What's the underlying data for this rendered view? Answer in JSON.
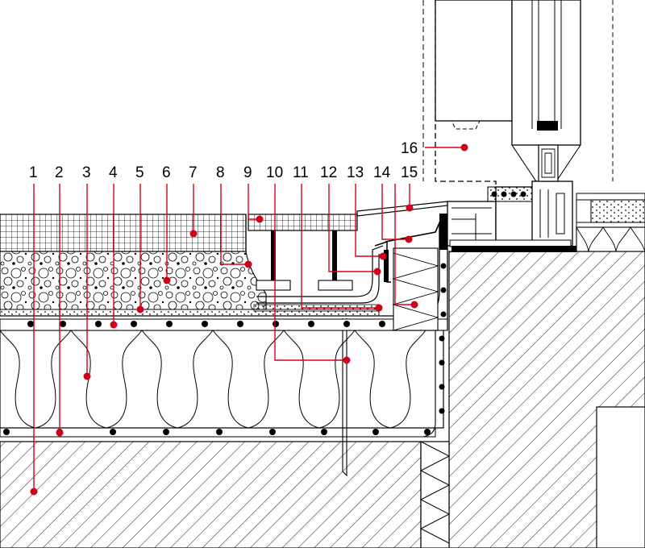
{
  "figure": {
    "labels": [
      {
        "id": "1",
        "text": "1"
      },
      {
        "id": "2",
        "text": "2"
      },
      {
        "id": "3",
        "text": "3"
      },
      {
        "id": "4",
        "text": "4"
      },
      {
        "id": "5",
        "text": "5"
      },
      {
        "id": "6",
        "text": "6"
      },
      {
        "id": "7",
        "text": "7"
      },
      {
        "id": "8",
        "text": "8"
      },
      {
        "id": "9",
        "text": "9"
      },
      {
        "id": "10",
        "text": "10"
      },
      {
        "id": "11",
        "text": "11"
      },
      {
        "id": "12",
        "text": "12"
      },
      {
        "id": "13",
        "text": "13"
      },
      {
        "id": "14",
        "text": "14"
      },
      {
        "id": "15",
        "text": "15"
      },
      {
        "id": "16",
        "text": "16"
      }
    ],
    "colors": {
      "leader": "#d0021b",
      "line": "#000000",
      "background": "#ffffff"
    }
  }
}
